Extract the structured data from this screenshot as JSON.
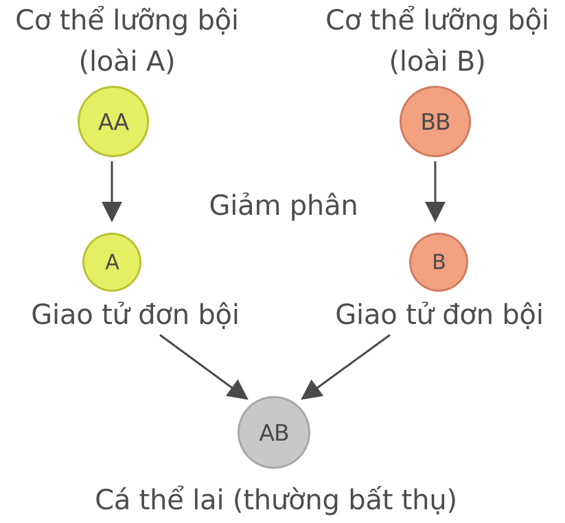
{
  "diagram": {
    "species_a": {
      "title_line1": "Cơ thể lưỡng bội",
      "title_line2": "(loài A)",
      "parent_genotype": "AA",
      "gamete_genotype": "A",
      "gamete_label": "Giao tử đơn bội",
      "color_fill": "#e6ef63",
      "color_stroke": "#b9c234"
    },
    "species_b": {
      "title_line1": "Cơ thể lưỡng bội",
      "title_line2": "(loài B)",
      "parent_genotype": "BB",
      "gamete_genotype": "B",
      "gamete_label": "Giao tử đơn bội",
      "color_fill": "#f2a181",
      "color_stroke": "#cf7d61"
    },
    "process_label": "Giảm phân",
    "hybrid": {
      "genotype": "AB",
      "label": "Cá thể lai (thường bất thụ)",
      "color_fill": "#c8c8c8",
      "color_stroke": "#a7a7a7"
    },
    "text_color": "#4d4d4d",
    "arrow_color": "#4a4a4a"
  }
}
